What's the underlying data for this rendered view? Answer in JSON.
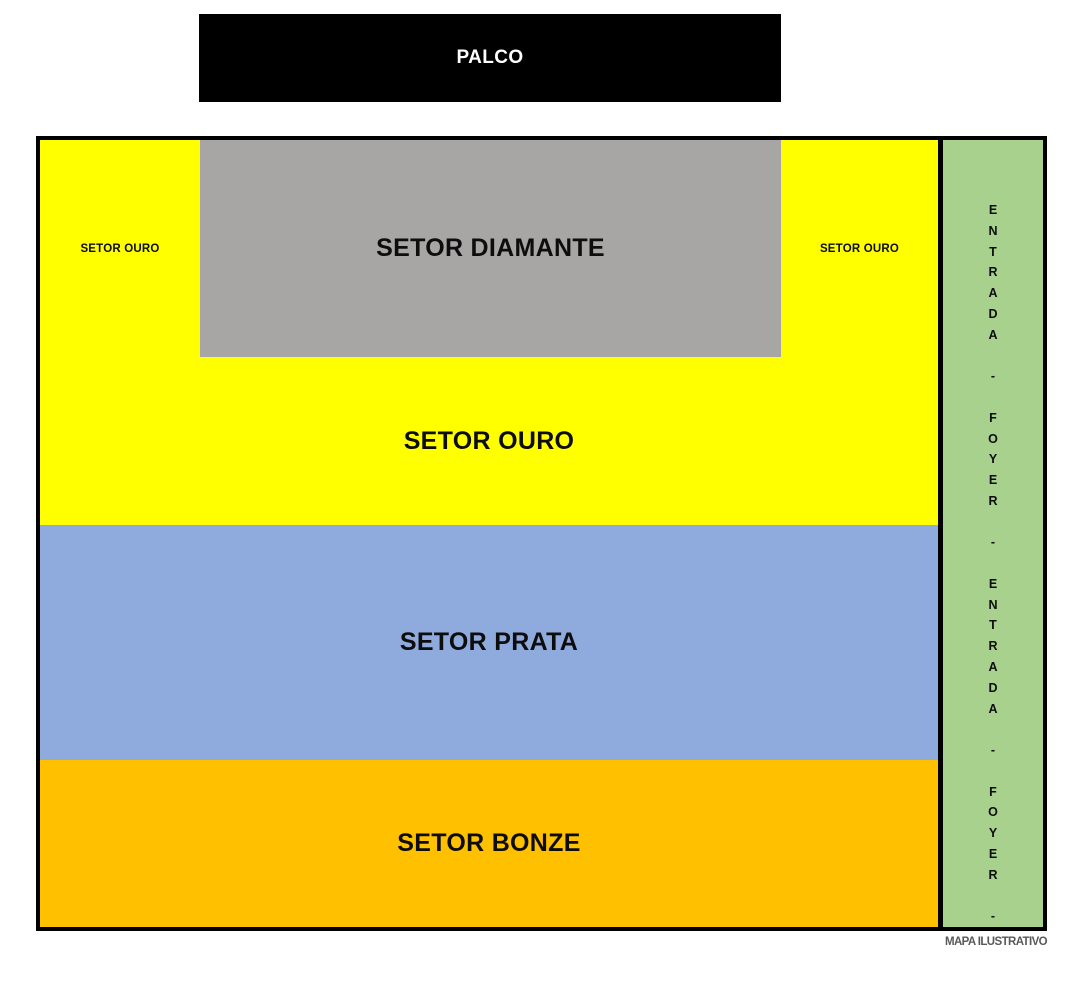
{
  "map": {
    "stage": {
      "label": "PALCO",
      "color": "#000000",
      "text_color": "#ffffff"
    },
    "sectors": [
      {
        "id": "diamante",
        "label": "SETOR DIAMANTE",
        "color": "#a8a5a5"
      },
      {
        "id": "ouro-left",
        "label": "SETOR OURO",
        "color": "#ffff00"
      },
      {
        "id": "ouro-right",
        "label": "SETOR OURO",
        "color": "#ffff00"
      },
      {
        "id": "ouro-main",
        "label": "SETOR OURO",
        "color": "#ffff00"
      },
      {
        "id": "prata",
        "label": "SETOR PRATA",
        "color": "#8faadc"
      },
      {
        "id": "bonze",
        "label": "SETOR BONZE",
        "color": "#ffc000"
      }
    ],
    "entrance_strip": {
      "color": "#a9d18e",
      "text": "ENTRADA - FOYER - ENTRADA - FOYER -",
      "characters": [
        "E",
        "N",
        "T",
        "R",
        "A",
        "D",
        "A",
        "",
        "-",
        "",
        "F",
        "O",
        "Y",
        "E",
        "R",
        "",
        "-",
        "",
        "E",
        "N",
        "T",
        "R",
        "A",
        "D",
        "A",
        "",
        "-",
        "",
        "F",
        "O",
        "Y",
        "E",
        "R",
        "",
        "-"
      ]
    },
    "footnote": "MAPA ILUSTRATIVO"
  }
}
